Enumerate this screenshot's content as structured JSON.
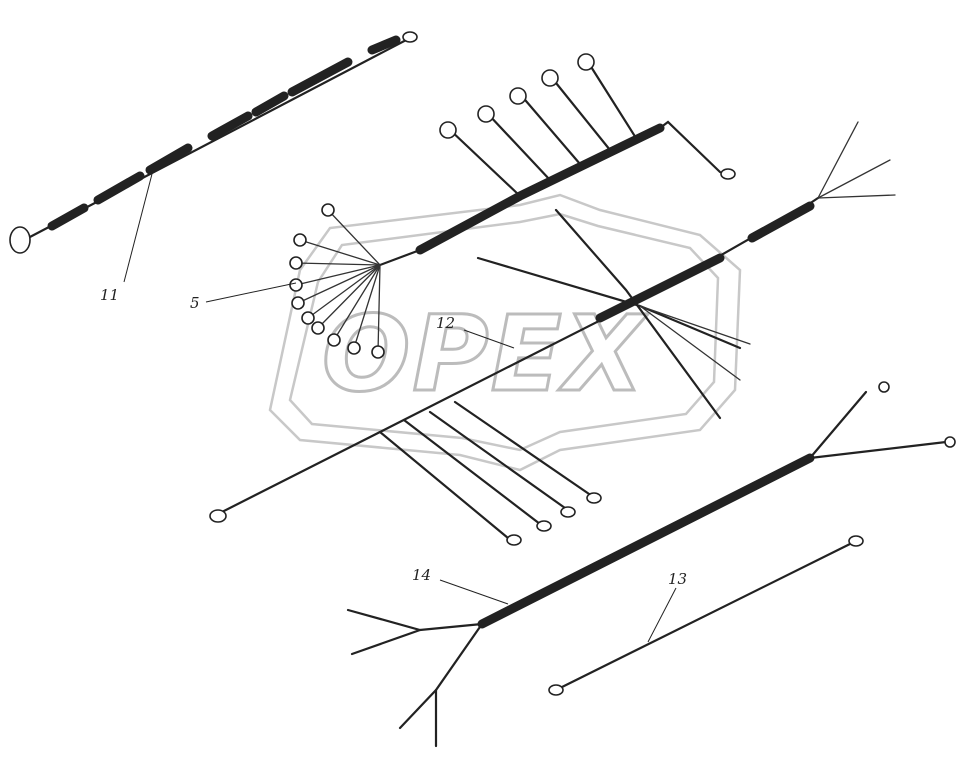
{
  "diagram": {
    "watermark_text": "OPEX",
    "callouts": [
      {
        "id": "callout-11",
        "label": "11"
      },
      {
        "id": "callout-5",
        "label": "5"
      },
      {
        "id": "callout-12",
        "label": "12"
      },
      {
        "id": "callout-14",
        "label": "14"
      },
      {
        "id": "callout-13",
        "label": "13"
      }
    ]
  }
}
